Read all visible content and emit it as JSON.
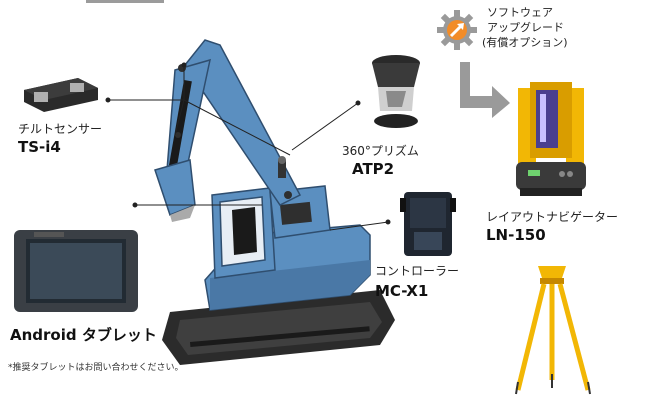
{
  "colors": {
    "excavator_blue": "#5b8fc0",
    "excavator_dark": "#2f4e6f",
    "track_dark": "#2b2b2b",
    "accent_orange": "#f28c28",
    "arrow_gray": "#9a9a9a",
    "instrument_yellow": "#f2b705",
    "header_bar": "#9b9b9b"
  },
  "software_update": {
    "icon": "gear-arrow-icon",
    "line1": "ソフトウェア",
    "line2": "アップグレード",
    "line3": "(有償オプション)"
  },
  "tilt_sensor": {
    "caption": "チルトセンサー",
    "model": "TS-i4",
    "icon": "tilt-sensor-icon"
  },
  "prism": {
    "caption": "360°プリズム",
    "model": "ATP2",
    "icon": "prism-icon"
  },
  "layout_navigator": {
    "caption": "レイアウトナビゲーター",
    "model": "LN-150",
    "icon": "total-station-icon"
  },
  "controller": {
    "caption": "コントローラー",
    "model": "MC-X1",
    "icon": "controller-icon"
  },
  "tablet": {
    "caption": "Android タブレット",
    "icon": "tablet-icon"
  },
  "footnote": "*推奨タブレットはお問い合わせください。"
}
